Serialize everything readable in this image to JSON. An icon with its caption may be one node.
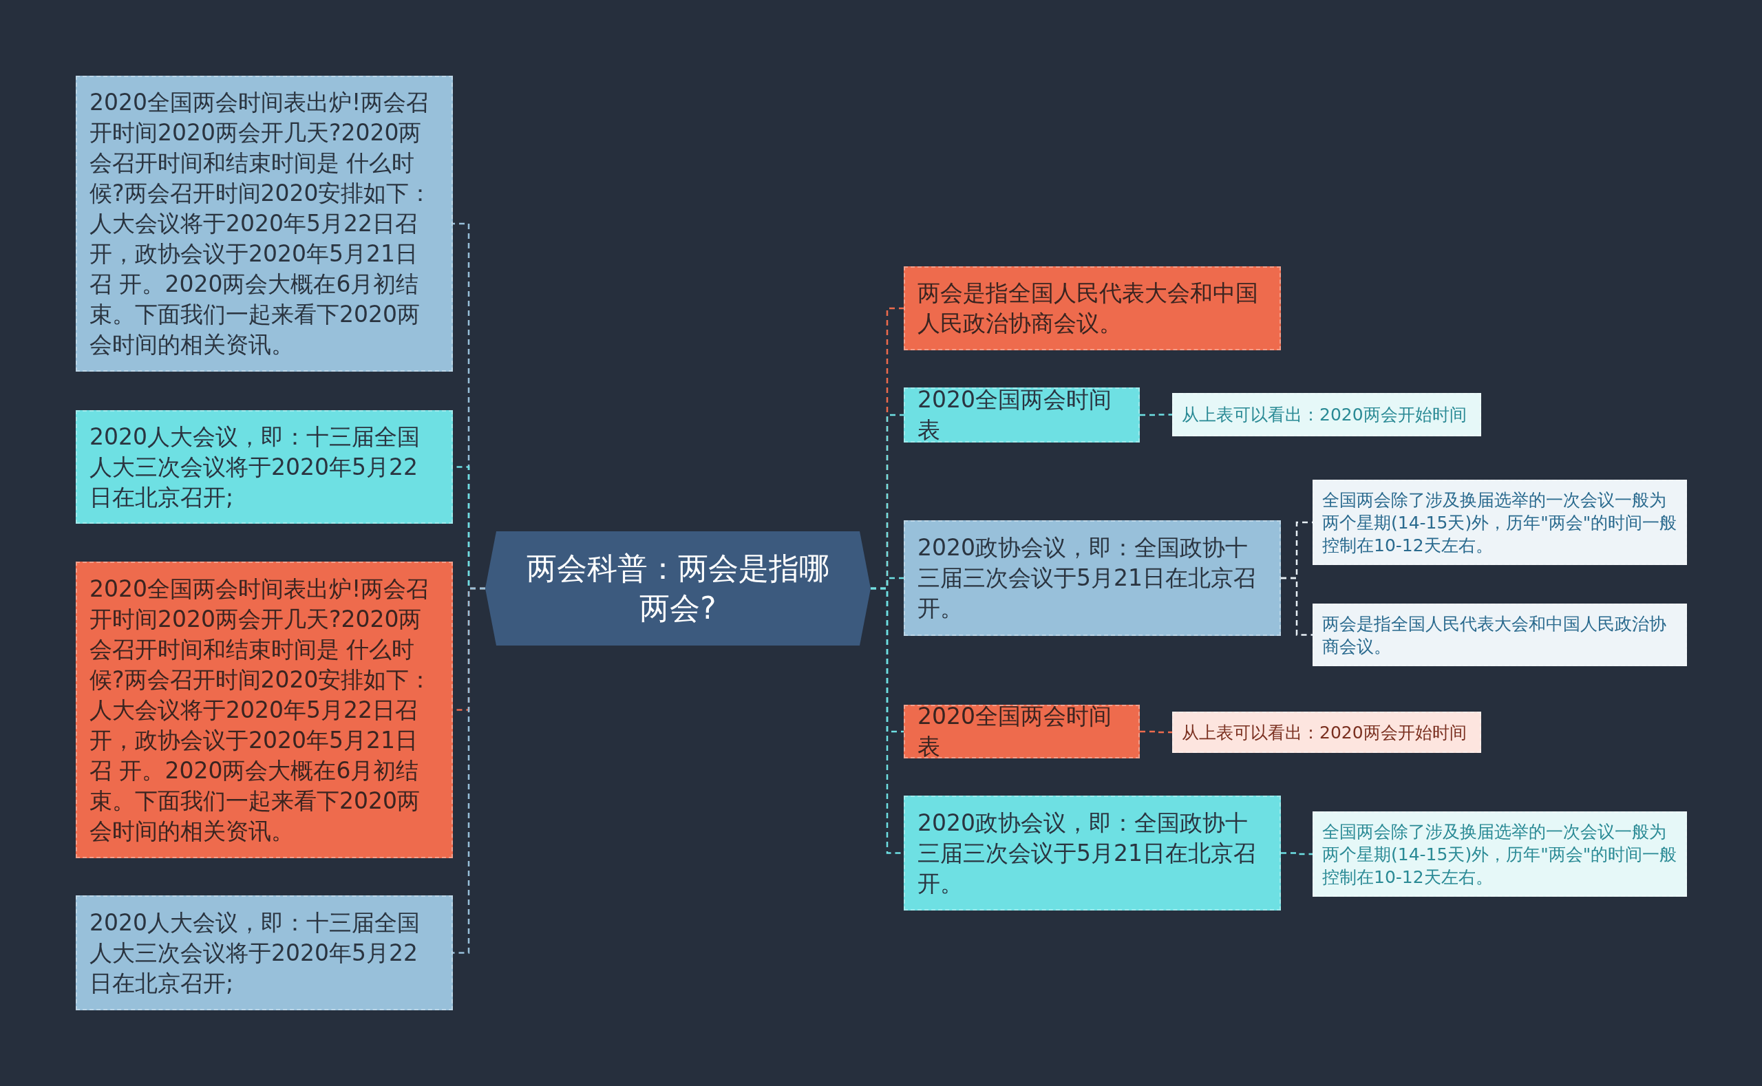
{
  "diagram": {
    "nodes": [
      {
        "text": [
          "两会科普：两会是指哪两会?"
        ]
      },
      {
        "text": [
          "2020全国两会时间表出炉!两会召开时间2020两会开几天?2020两会召开时间和结束时间是 什么时候?两会召开时间2020安排如下：人大会议将于2020年5月22日召开，政协会议于2020年5月21日召 开。2020两会大概在6月初结束。下面我们一起来看下2020两会时间的相关资讯。"
        ]
      },
      {
        "text": [
          "2020人大会议，即：十三届全国人大三次会议将于2020年5月22日在北京召开;"
        ]
      },
      {
        "text": [
          "2020全国两会时间表出炉!两会召开时间2020两会开几天?2020两会召开时间和结束时间是 什么时候?两会召开时间2020安排如下：人大会议将于2020年5月22日召开，政协会议于2020年5月21日召 开。2020两会大概在6月初结束。下面我们一起来看下2020两会时间的相关资讯。"
        ]
      },
      {
        "text": [
          "2020人大会议，即：十三届全国人大三次会议将于2020年5月22日在北京召开;"
        ]
      },
      {
        "text": [
          "两会是指全国人民代表大会和中国人民政治协商会议。"
        ]
      },
      {
        "text": [
          "2020全国两会时间表"
        ]
      },
      {
        "text": [
          "从上表可以看出：2020两会开始时间"
        ]
      },
      {
        "text": [
          "2020政协会议，即：全国政协十三届三次会议于5月21日在北京召开。"
        ]
      },
      {
        "text": [
          "全国两会除了涉及换届选举的一次会议一般为两个星期(14-15天)外，历年\"两会\"的时间一般控制在10-12天左右。"
        ]
      },
      {
        "text": [
          "两会是指全国人民代表大会和中国人民政治协商会议。"
        ]
      },
      {
        "text": [
          "2020全国两会时间表"
        ]
      },
      {
        "text": [
          "从上表可以看出：2020两会开始时间"
        ]
      },
      {
        "text": [
          "2020政协会议，即：全国政协十三届三次会议于5月21日在北京召开。"
        ]
      },
      {
        "text": [
          "全国两会除了涉及换届选举的一次会议一般为两个星期(14-15天)外，历年\"两会\"的时间一般控制在10-12天左右。"
        ]
      }
    ],
    "edges": [
      {
        "from": 0,
        "to": 1,
        "arrow": "none",
        "style": "dashed",
        "color": "#98c0da"
      },
      {
        "from": 0,
        "to": 2,
        "arrow": "none",
        "style": "dashed"
      },
      {
        "from": 0,
        "to": 3,
        "arrow": "none",
        "style": "dashed",
        "color": "#ee6b4d"
      },
      {
        "from": 0,
        "to": 4,
        "arrow": "none",
        "style": "dashed",
        "color": "#98c0da"
      },
      {
        "from": 0,
        "to": 5,
        "arrow": "none",
        "style": "dashed",
        "color": "#ee6b4d"
      },
      {
        "from": 0,
        "to": 6,
        "arrow": "none",
        "style": "dashed"
      },
      {
        "from": 6,
        "to": 7,
        "arrow": "none",
        "style": "dashed"
      },
      {
        "from": 0,
        "to": 8,
        "arrow": "none",
        "style": "dashed"
      },
      {
        "from": 8,
        "to": 9,
        "arrow": "none",
        "style": "dashed",
        "color": "#e8f0f5"
      },
      {
        "from": 8,
        "to": 10,
        "arrow": "none",
        "style": "dashed",
        "color": "#e8f0f5"
      },
      {
        "from": 0,
        "to": 11,
        "arrow": "none",
        "style": "dashed"
      },
      {
        "from": 11,
        "to": 12,
        "arrow": "none",
        "style": "dashed",
        "color": "#ee6b4d"
      },
      {
        "from": 0,
        "to": 13,
        "arrow": "none",
        "style": "dashed"
      },
      {
        "from": 13,
        "to": 14,
        "arrow": "none",
        "style": "dashed"
      }
    ]
  }
}
